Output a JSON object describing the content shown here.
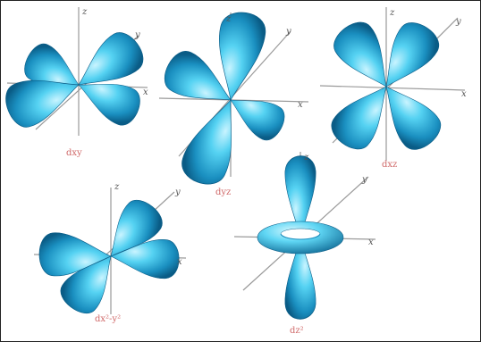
{
  "orbitals": [
    {
      "name": "dxy",
      "label": "dxy",
      "axes": {
        "z": "z",
        "y": "y",
        "x": "x"
      }
    },
    {
      "name": "dyz",
      "label": "dyz",
      "axes": {
        "z": "z",
        "y": "y",
        "x": "x"
      }
    },
    {
      "name": "dxz",
      "label": "dxz",
      "axes": {
        "z": "z",
        "y": "y",
        "x": "x"
      }
    },
    {
      "name": "dx2-y2",
      "label": "dx²-y²",
      "axes": {
        "z": "z",
        "y": "y",
        "x": "x"
      }
    },
    {
      "name": "dz2",
      "label": "dz²",
      "axes": {
        "z": "z",
        "y": "y",
        "x": "x"
      }
    }
  ],
  "colors": {
    "lobe_light": "#c9f4ff",
    "lobe_mid": "#3cc6ef",
    "lobe_dark": "#0a5c86"
  }
}
